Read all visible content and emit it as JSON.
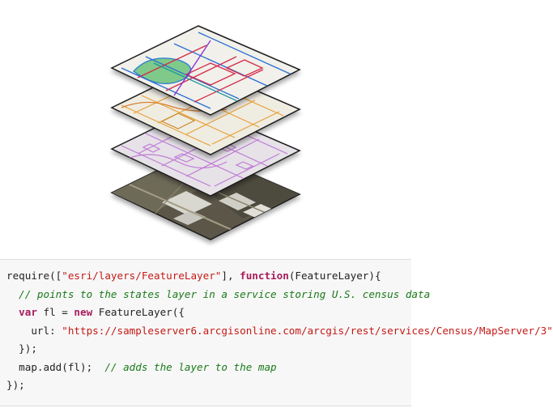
{
  "illustration": {
    "layers": [
      "streets-layer",
      "parcels-layer",
      "buildings-layer",
      "imagery-layer"
    ],
    "colors": {
      "streets_bg": "#f1f0ea",
      "parcels_bg": "#efece2",
      "buildings_bg": "#e6e2e8",
      "imagery_bg": "#5b5648",
      "layer_edge": "#222222"
    }
  },
  "code": {
    "lines": [
      [
        {
          "t": "require([",
          "c": "p"
        },
        {
          "t": "\"esri/layers/FeatureLayer\"",
          "c": "s"
        },
        {
          "t": "], ",
          "c": "p"
        },
        {
          "t": "function",
          "c": "k"
        },
        {
          "t": "(FeatureLayer){",
          "c": "p"
        }
      ],
      [
        {
          "t": "  ",
          "c": "p"
        },
        {
          "t": "// points to the states layer in a service storing U.S. census data",
          "c": "c"
        }
      ],
      [
        {
          "t": "  ",
          "c": "p"
        },
        {
          "t": "var",
          "c": "k"
        },
        {
          "t": " fl = ",
          "c": "p"
        },
        {
          "t": "new",
          "c": "k"
        },
        {
          "t": " FeatureLayer({",
          "c": "p"
        }
      ],
      [
        {
          "t": "    url: ",
          "c": "p"
        },
        {
          "t": "\"https://sampleserver6.arcgisonline.com/arcgis/rest/services/Census/MapServer/3\"",
          "c": "s"
        }
      ],
      [
        {
          "t": "  });",
          "c": "p"
        }
      ],
      [
        {
          "t": "  map.add(fl);  ",
          "c": "p"
        },
        {
          "t": "// adds the layer to the map",
          "c": "c"
        }
      ],
      [
        {
          "t": "});",
          "c": "p"
        }
      ]
    ]
  }
}
